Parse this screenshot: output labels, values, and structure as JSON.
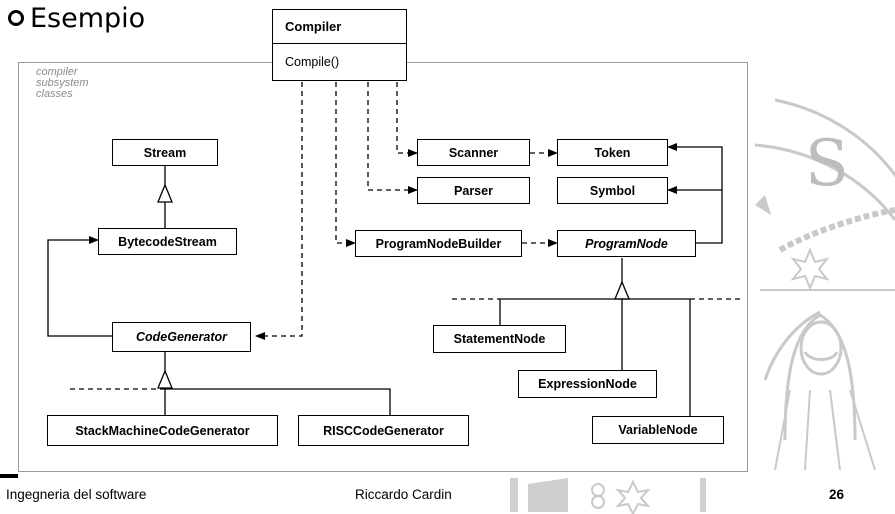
{
  "slide": {
    "title": "Esempio"
  },
  "diagram": {
    "subsystem_label_lines": [
      "compiler",
      "subsystem",
      "classes"
    ],
    "compiler": {
      "name": "Compiler",
      "operation": "Compile()"
    },
    "classes": {
      "stream": "Stream",
      "bytecode_stream": "BytecodeStream",
      "code_generator": "CodeGenerator",
      "stack_machine": "StackMachineCodeGenerator",
      "risc": "RISCCodeGenerator",
      "scanner": "Scanner",
      "token": "Token",
      "parser": "Parser",
      "symbol": "Symbol",
      "program_node_builder": "ProgramNodeBuilder",
      "program_node": "ProgramNode",
      "statement_node": "StatementNode",
      "expression_node": "ExpressionNode",
      "variable_node": "VariableNode"
    }
  },
  "footer": {
    "course": "Ingegneria del software",
    "author": "Riccardo Cardin",
    "page": "26"
  },
  "colors": {
    "frame": "#9a9a9a",
    "seal": "#c9c9c9",
    "text": "#000000"
  }
}
